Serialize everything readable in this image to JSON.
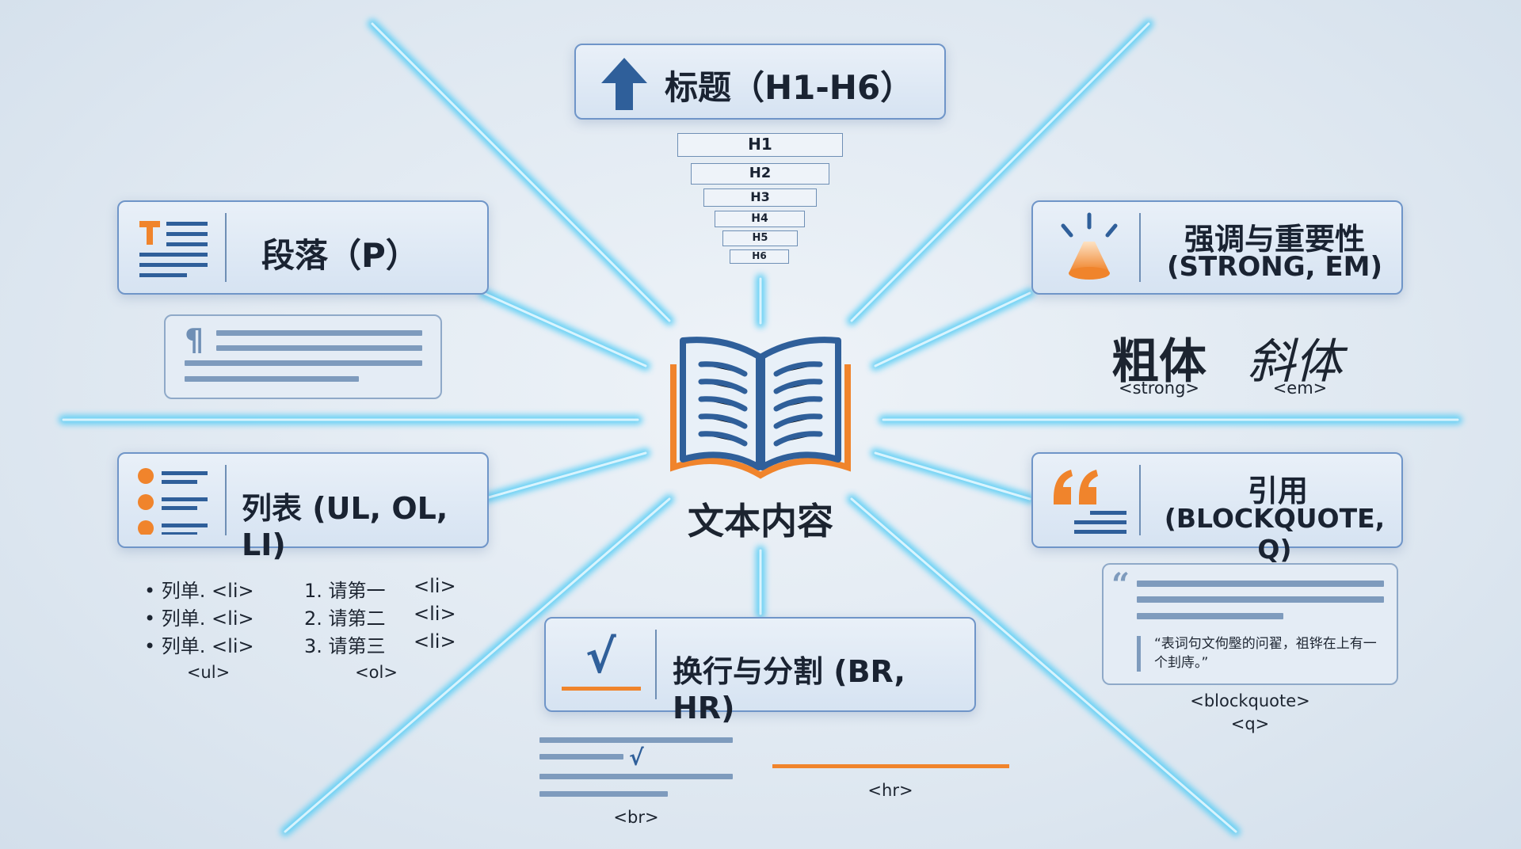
{
  "center": {
    "label": "文本内容"
  },
  "headings": {
    "title": "标题（H1-H6）",
    "levels": [
      "H1",
      "H2",
      "H3",
      "H4",
      "H5",
      "H6"
    ]
  },
  "paragraph": {
    "title": "段落（P）",
    "pilcrow": "¶"
  },
  "emphasis": {
    "title_line1": "强调与重要性",
    "title_line2": "(STRONG, EM)",
    "bold": "粗体",
    "bold_tag": "<strong>",
    "italic": "斜体",
    "italic_tag": "<em>"
  },
  "lists": {
    "title": "列表 (UL, OL, LI)",
    "ul_items": [
      "列单. <li>",
      "列单. <li>",
      "列单. <li>"
    ],
    "ul_tag": "<ul>",
    "ol_items": [
      "1. 请第一",
      "2. 请第二",
      "3. 请第三"
    ],
    "ol_li": [
      "<li>",
      "<li>",
      "<li>"
    ],
    "ol_tag": "<ol>"
  },
  "quote": {
    "title_line1": "引用",
    "title_line2": "(BLOCKQUOTE, Q)",
    "text": "“表词句文佝壂的问翟，祖铧在上有一个刲庤。”",
    "tag1": "<blockquote>",
    "tag2": "<q>"
  },
  "breaks": {
    "title": "换行与分割 (BR, HR)",
    "check": "√",
    "br_tag": "<br>",
    "hr_tag": "<hr>"
  },
  "colors": {
    "accent_orange": "#f0842c",
    "accent_blue": "#2f6db0",
    "glow": "#4fc7f0"
  }
}
